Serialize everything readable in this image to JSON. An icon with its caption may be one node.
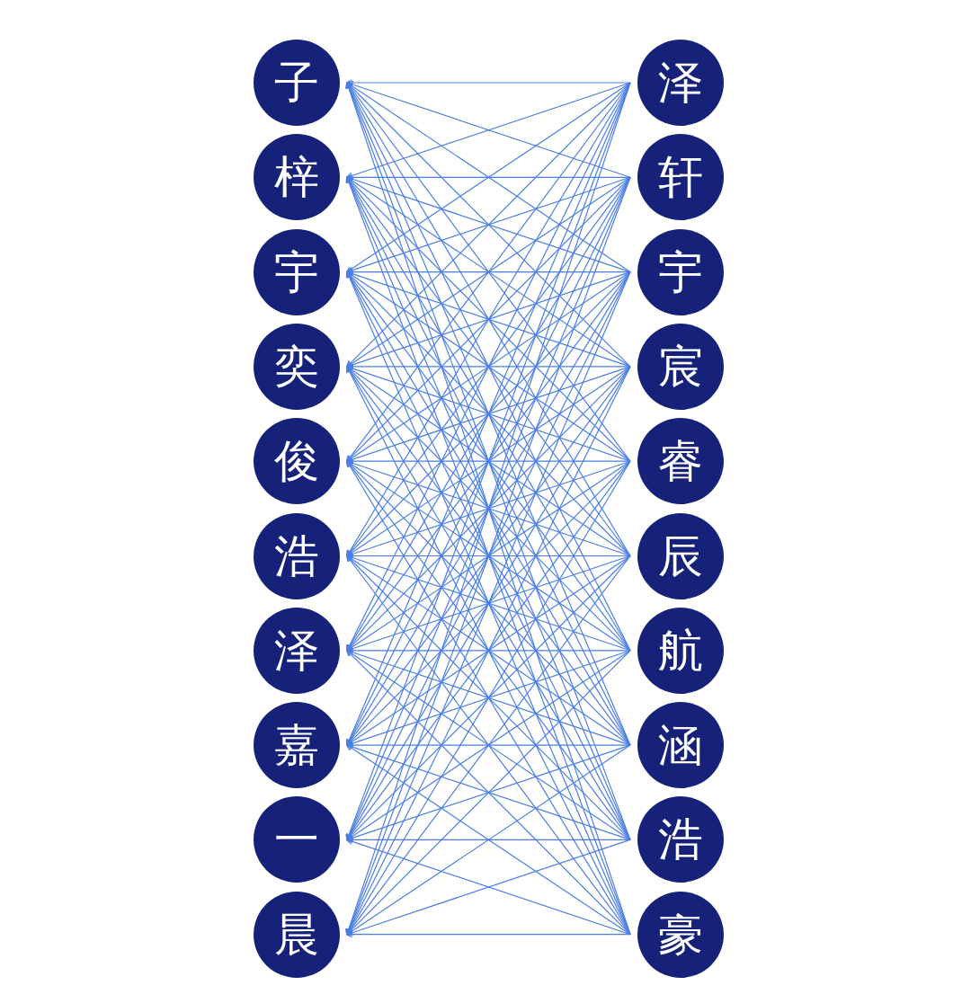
{
  "diagram": {
    "nodes": [
      {
        "text": [
          "子"
        ]
      },
      {
        "text": [
          "梓"
        ]
      },
      {
        "text": [
          "宇"
        ]
      },
      {
        "text": [
          "奕"
        ]
      },
      {
        "text": [
          "俊"
        ]
      },
      {
        "text": [
          "浩"
        ]
      },
      {
        "text": [
          "泽"
        ]
      },
      {
        "text": [
          "嘉"
        ]
      },
      {
        "text": [
          "一"
        ]
      },
      {
        "text": [
          "晨"
        ]
      },
      {
        "text": [
          "泽"
        ]
      },
      {
        "text": [
          "轩"
        ]
      },
      {
        "text": [
          "宇"
        ]
      },
      {
        "text": [
          "宸"
        ]
      },
      {
        "text": [
          "睿"
        ]
      },
      {
        "text": [
          "辰"
        ]
      },
      {
        "text": [
          "航"
        ]
      },
      {
        "text": [
          "涵"
        ]
      },
      {
        "text": [
          "浩"
        ]
      },
      {
        "text": [
          "豪"
        ]
      }
    ],
    "edges": [
      {
        "from": 10,
        "to": 0,
        "arrow": "to"
      },
      {
        "from": 10,
        "to": 1,
        "arrow": "to"
      },
      {
        "from": 10,
        "to": 2,
        "arrow": "to"
      },
      {
        "from": 10,
        "to": 3,
        "arrow": "to"
      },
      {
        "from": 10,
        "to": 4,
        "arrow": "to"
      },
      {
        "from": 10,
        "to": 5,
        "arrow": "to"
      },
      {
        "from": 10,
        "to": 6,
        "arrow": "to"
      },
      {
        "from": 10,
        "to": 7,
        "arrow": "to"
      },
      {
        "from": 10,
        "to": 8,
        "arrow": "to"
      },
      {
        "from": 10,
        "to": 9,
        "arrow": "to"
      },
      {
        "from": 11,
        "to": 0,
        "arrow": "to"
      },
      {
        "from": 11,
        "to": 1,
        "arrow": "to"
      },
      {
        "from": 11,
        "to": 2,
        "arrow": "to"
      },
      {
        "from": 11,
        "to": 3,
        "arrow": "to"
      },
      {
        "from": 11,
        "to": 4,
        "arrow": "to"
      },
      {
        "from": 11,
        "to": 5,
        "arrow": "to"
      },
      {
        "from": 11,
        "to": 6,
        "arrow": "to"
      },
      {
        "from": 11,
        "to": 7,
        "arrow": "to"
      },
      {
        "from": 11,
        "to": 8,
        "arrow": "to"
      },
      {
        "from": 11,
        "to": 9,
        "arrow": "to"
      },
      {
        "from": 12,
        "to": 0,
        "arrow": "to"
      },
      {
        "from": 12,
        "to": 1,
        "arrow": "to"
      },
      {
        "from": 12,
        "to": 2,
        "arrow": "to"
      },
      {
        "from": 12,
        "to": 3,
        "arrow": "to"
      },
      {
        "from": 12,
        "to": 4,
        "arrow": "to"
      },
      {
        "from": 12,
        "to": 5,
        "arrow": "to"
      },
      {
        "from": 12,
        "to": 6,
        "arrow": "to"
      },
      {
        "from": 12,
        "to": 7,
        "arrow": "to"
      },
      {
        "from": 12,
        "to": 8,
        "arrow": "to"
      },
      {
        "from": 12,
        "to": 9,
        "arrow": "to"
      },
      {
        "from": 13,
        "to": 0,
        "arrow": "to"
      },
      {
        "from": 13,
        "to": 1,
        "arrow": "to"
      },
      {
        "from": 13,
        "to": 2,
        "arrow": "to"
      },
      {
        "from": 13,
        "to": 3,
        "arrow": "to"
      },
      {
        "from": 13,
        "to": 4,
        "arrow": "to"
      },
      {
        "from": 13,
        "to": 5,
        "arrow": "to"
      },
      {
        "from": 13,
        "to": 6,
        "arrow": "to"
      },
      {
        "from": 13,
        "to": 7,
        "arrow": "to"
      },
      {
        "from": 13,
        "to": 8,
        "arrow": "to"
      },
      {
        "from": 13,
        "to": 9,
        "arrow": "to"
      },
      {
        "from": 14,
        "to": 0,
        "arrow": "to"
      },
      {
        "from": 14,
        "to": 1,
        "arrow": "to"
      },
      {
        "from": 14,
        "to": 2,
        "arrow": "to"
      },
      {
        "from": 14,
        "to": 3,
        "arrow": "to"
      },
      {
        "from": 14,
        "to": 4,
        "arrow": "to"
      },
      {
        "from": 14,
        "to": 5,
        "arrow": "to"
      },
      {
        "from": 14,
        "to": 6,
        "arrow": "to"
      },
      {
        "from": 14,
        "to": 7,
        "arrow": "to"
      },
      {
        "from": 14,
        "to": 8,
        "arrow": "to"
      },
      {
        "from": 14,
        "to": 9,
        "arrow": "to"
      },
      {
        "from": 15,
        "to": 0,
        "arrow": "to"
      },
      {
        "from": 15,
        "to": 1,
        "arrow": "to"
      },
      {
        "from": 15,
        "to": 2,
        "arrow": "to"
      },
      {
        "from": 15,
        "to": 3,
        "arrow": "to"
      },
      {
        "from": 15,
        "to": 4,
        "arrow": "to"
      },
      {
        "from": 15,
        "to": 5,
        "arrow": "to"
      },
      {
        "from": 15,
        "to": 6,
        "arrow": "to"
      },
      {
        "from": 15,
        "to": 7,
        "arrow": "to"
      },
      {
        "from": 15,
        "to": 8,
        "arrow": "to"
      },
      {
        "from": 15,
        "to": 9,
        "arrow": "to"
      },
      {
        "from": 16,
        "to": 0,
        "arrow": "to"
      },
      {
        "from": 16,
        "to": 1,
        "arrow": "to"
      },
      {
        "from": 16,
        "to": 2,
        "arrow": "to"
      },
      {
        "from": 16,
        "to": 3,
        "arrow": "to"
      },
      {
        "from": 16,
        "to": 4,
        "arrow": "to"
      },
      {
        "from": 16,
        "to": 5,
        "arrow": "to"
      },
      {
        "from": 16,
        "to": 6,
        "arrow": "to"
      },
      {
        "from": 16,
        "to": 7,
        "arrow": "to"
      },
      {
        "from": 16,
        "to": 8,
        "arrow": "to"
      },
      {
        "from": 16,
        "to": 9,
        "arrow": "to"
      },
      {
        "from": 17,
        "to": 0,
        "arrow": "to"
      },
      {
        "from": 17,
        "to": 1,
        "arrow": "to"
      },
      {
        "from": 17,
        "to": 2,
        "arrow": "to"
      },
      {
        "from": 17,
        "to": 3,
        "arrow": "to"
      },
      {
        "from": 17,
        "to": 4,
        "arrow": "to"
      },
      {
        "from": 17,
        "to": 5,
        "arrow": "to"
      },
      {
        "from": 17,
        "to": 6,
        "arrow": "to"
      },
      {
        "from": 17,
        "to": 7,
        "arrow": "to"
      },
      {
        "from": 17,
        "to": 8,
        "arrow": "to"
      },
      {
        "from": 17,
        "to": 9,
        "arrow": "to"
      },
      {
        "from": 18,
        "to": 0,
        "arrow": "to"
      },
      {
        "from": 18,
        "to": 1,
        "arrow": "to"
      },
      {
        "from": 18,
        "to": 2,
        "arrow": "to"
      },
      {
        "from": 18,
        "to": 3,
        "arrow": "to"
      },
      {
        "from": 18,
        "to": 4,
        "arrow": "to"
      },
      {
        "from": 18,
        "to": 5,
        "arrow": "to"
      },
      {
        "from": 18,
        "to": 6,
        "arrow": "to"
      },
      {
        "from": 18,
        "to": 7,
        "arrow": "to"
      },
      {
        "from": 18,
        "to": 8,
        "arrow": "to"
      },
      {
        "from": 18,
        "to": 9,
        "arrow": "to"
      },
      {
        "from": 19,
        "to": 0,
        "arrow": "to"
      },
      {
        "from": 19,
        "to": 1,
        "arrow": "to"
      },
      {
        "from": 19,
        "to": 2,
        "arrow": "to"
      },
      {
        "from": 19,
        "to": 3,
        "arrow": "to"
      },
      {
        "from": 19,
        "to": 4,
        "arrow": "to"
      },
      {
        "from": 19,
        "to": 5,
        "arrow": "to"
      },
      {
        "from": 19,
        "to": 6,
        "arrow": "to"
      },
      {
        "from": 19,
        "to": 7,
        "arrow": "to"
      },
      {
        "from": 19,
        "to": 8,
        "arrow": "to"
      },
      {
        "from": 19,
        "to": 9,
        "arrow": "to"
      }
    ]
  }
}
